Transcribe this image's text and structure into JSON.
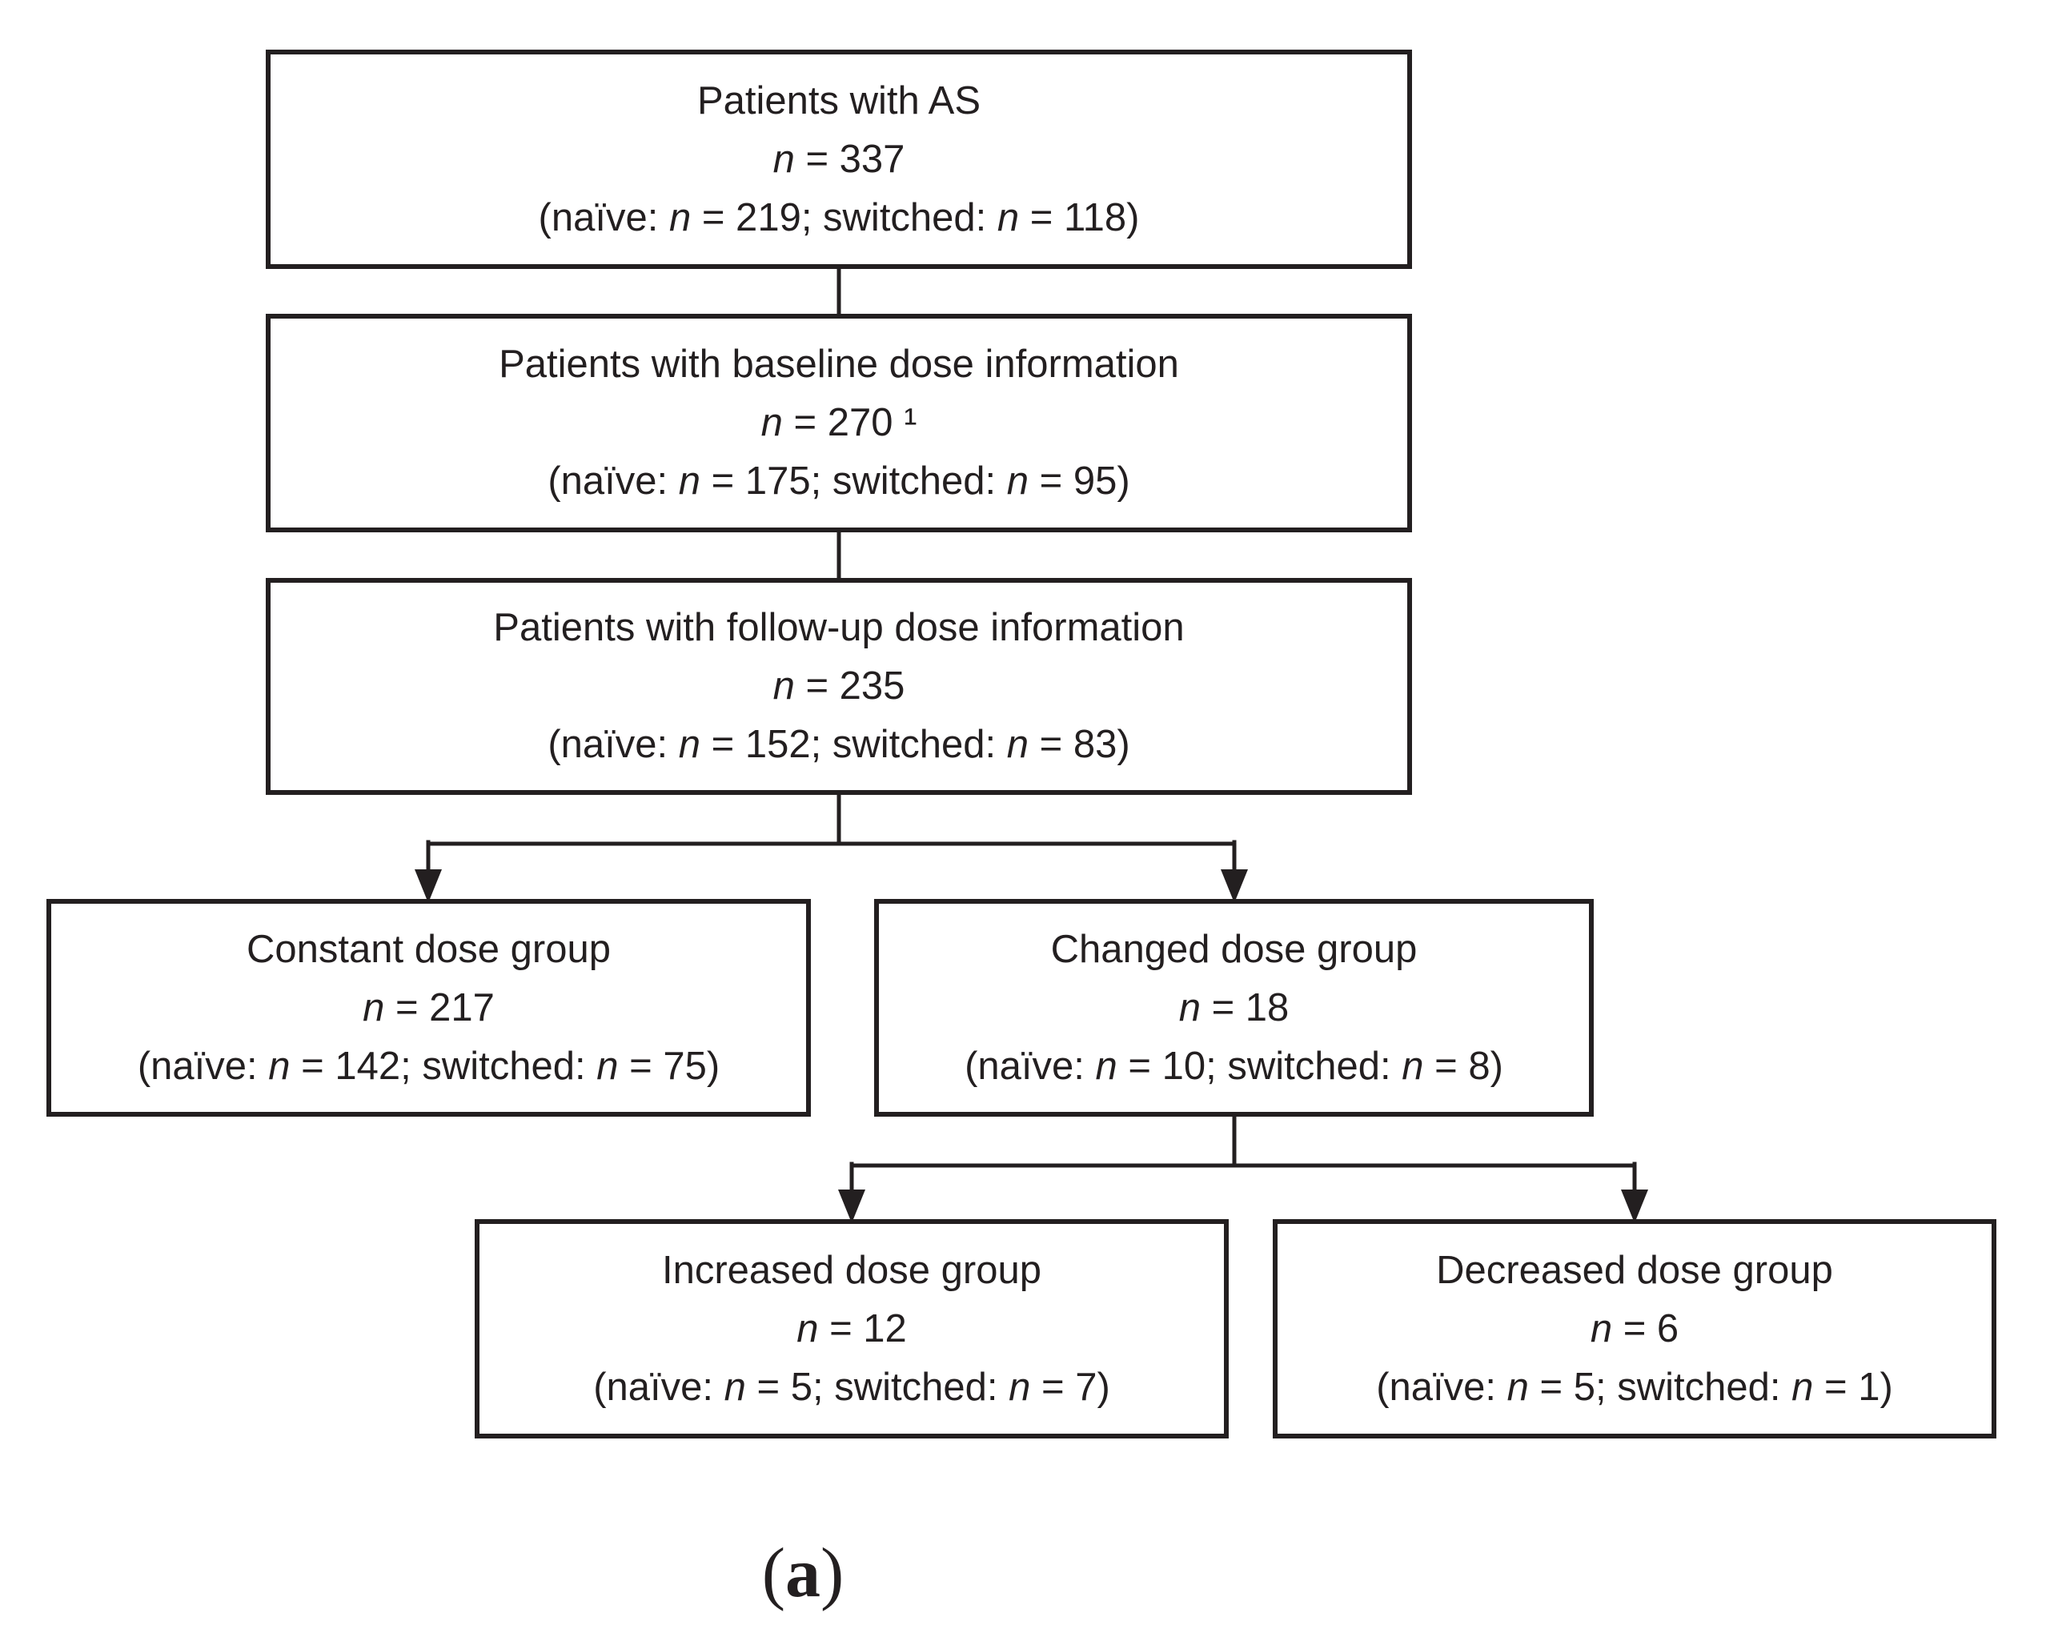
{
  "colors": {
    "line": "#231f20",
    "text": "#231f20",
    "box_bg": "#ffffff",
    "page_bg": "#ffffff"
  },
  "nodes": [
    {
      "id": "patients-as",
      "title": "Patients with AS",
      "count": "n = 337",
      "detail": "(naïve: n = 219; switched: n = 118)"
    },
    {
      "id": "baseline-dose",
      "title": "Patients with baseline dose information",
      "count": "n = 270 ¹",
      "detail": "(naïve: n = 175; switched: n = 95)"
    },
    {
      "id": "followup-dose",
      "title": "Patients with follow-up dose information",
      "count": "n = 235",
      "detail": "(naïve: n = 152; switched: n = 83)"
    },
    {
      "id": "constant-dose",
      "title": "Constant dose group",
      "count": "n = 217",
      "detail": "(naïve: n = 142; switched: n = 75)"
    },
    {
      "id": "changed-dose",
      "title": "Changed dose group",
      "count": "n = 18",
      "detail": "(naïve: n = 10; switched: n = 8)"
    },
    {
      "id": "increased-dose",
      "title": "Increased dose group",
      "count": "n = 12",
      "detail": "(naïve: n = 5; switched: n = 7)"
    },
    {
      "id": "decreased-dose",
      "title": "Decreased dose group",
      "count": "n = 6",
      "detail": "(naïve: n = 5; switched: n = 1)"
    }
  ],
  "caption": {
    "open": "(",
    "letter": "a",
    "close": ")"
  }
}
